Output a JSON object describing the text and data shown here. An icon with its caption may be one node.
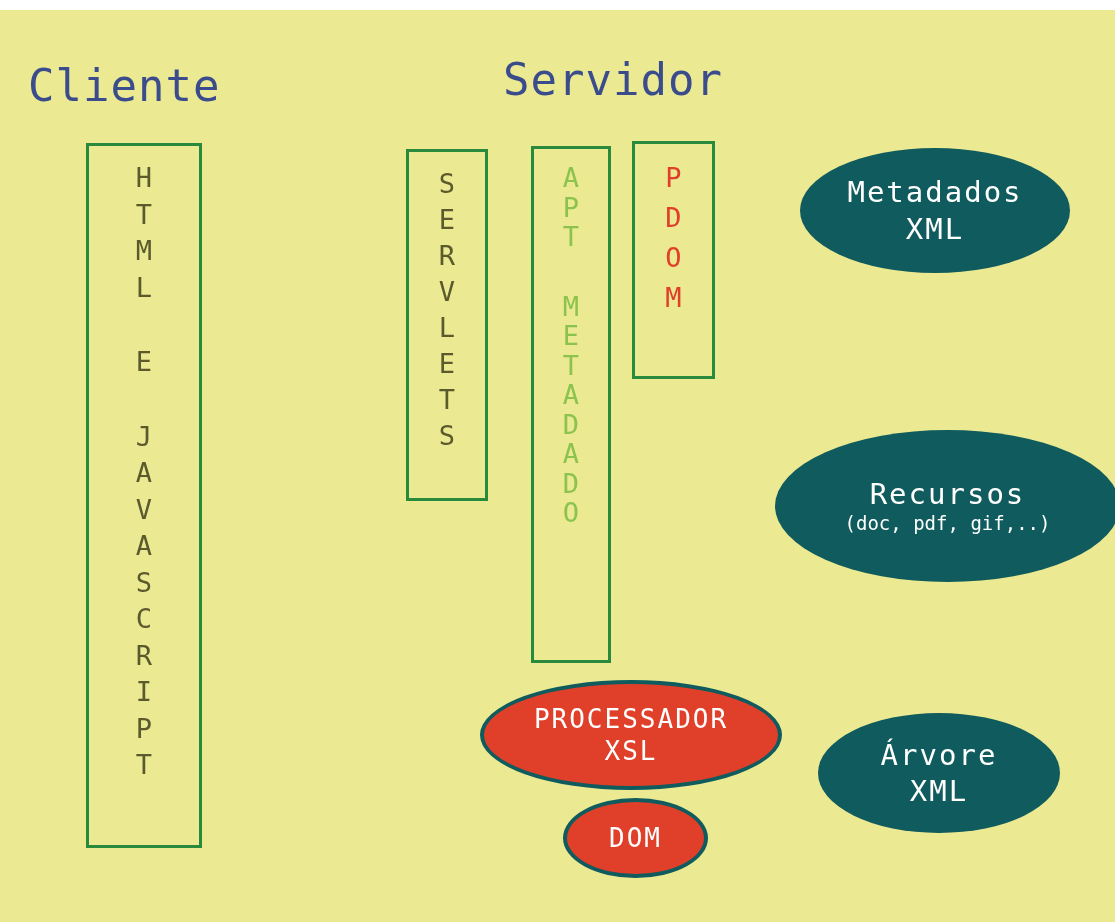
{
  "diagram": {
    "nodes": [
      {
        "text": [
          "HTML E JAVASCRIPT"
        ]
      },
      {
        "text": [
          "SERVLETS"
        ]
      },
      {
        "text": [
          "APT METADADO"
        ]
      },
      {
        "text": [
          "PDOM"
        ]
      },
      {
        "text": [
          "Metadados XML"
        ]
      },
      {
        "text": [
          "Recursos",
          "(doc, pdf, gif,..)"
        ]
      },
      {
        "text": [
          "PROCESSADOR XSL"
        ]
      },
      {
        "text": [
          "Árvore XML"
        ]
      },
      {
        "text": [
          "DOM"
        ]
      }
    ],
    "labels": [
      "Cliente",
      "Servidor"
    ]
  }
}
